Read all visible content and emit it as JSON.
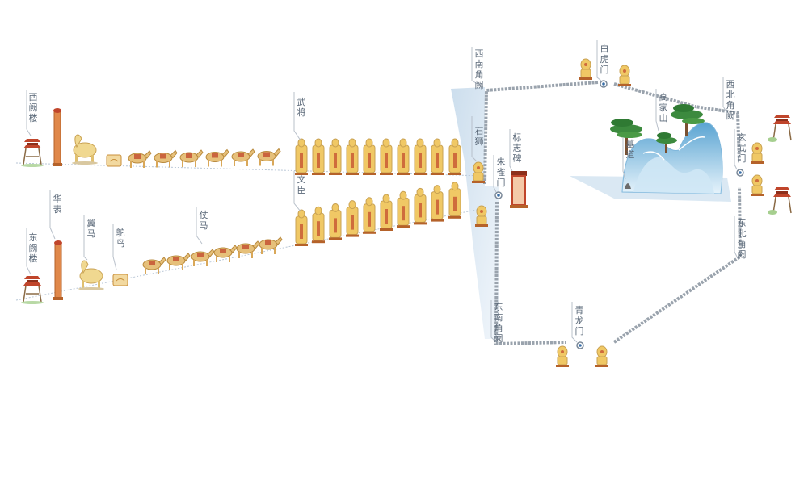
{
  "labels": {
    "west_tower": "西阙楼",
    "east_tower": "东阙楼",
    "huabiao": "华表",
    "winged_horse": "翼马",
    "ostrich": "鸵鸟",
    "guard_horses": "仗马",
    "military_officials": "武将",
    "civil_officials": "文臣",
    "stone_lions": "石狮",
    "southwest_turret": "西南角阙",
    "southeast_turret": "东南角阙",
    "northwest_turret": "西北角阙",
    "northeast_turret": "东北角阙",
    "zhuque_gate": "朱雀门",
    "baihu_gate": "白虎门",
    "qinglong_gate": "青龙门",
    "xuanwu_gate": "玄武门",
    "stele": "标志碑",
    "gaojia_mountain": "高家山",
    "tomb_passage": "墓道"
  },
  "colors": {
    "wall_gray": "#9aa3ad",
    "ground_blue": "#c9dcec",
    "statue_gold": "#f0c865",
    "statue_red": "#c0452b",
    "horse_tan": "#e6c07a",
    "mountain_blue": "#a9d3ec",
    "pine_green": "#3c8a3e",
    "leader_line": "#b8c0ca"
  },
  "icons": [
    "tower-icon",
    "pillar-icon",
    "horse-icon",
    "ostrich-icon",
    "statue-icon",
    "lion-icon",
    "stele-icon",
    "pine-icon",
    "gate-marker-icon"
  ]
}
